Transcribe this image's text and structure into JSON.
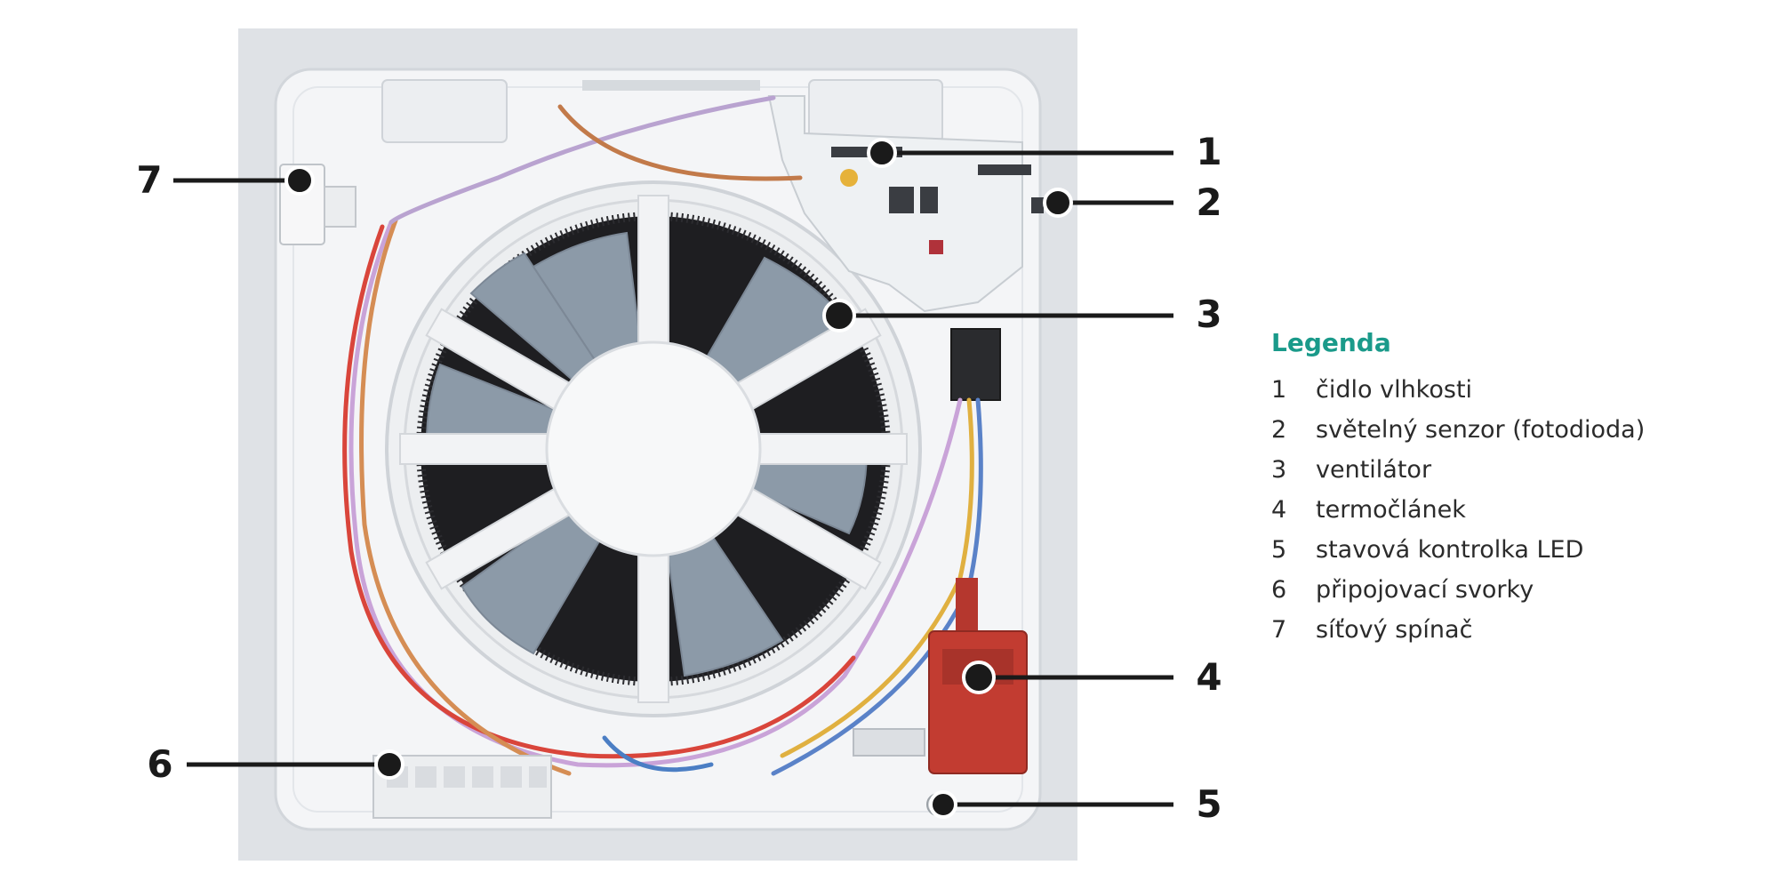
{
  "callouts": [
    {
      "number": "1",
      "label": "humidity-sensor"
    },
    {
      "number": "2",
      "label": "light-sensor"
    },
    {
      "number": "3",
      "label": "fan"
    },
    {
      "number": "4",
      "label": "thermocouple"
    },
    {
      "number": "5",
      "label": "status-led"
    },
    {
      "number": "6",
      "label": "connection-terminals"
    },
    {
      "number": "7",
      "label": "power-switch"
    }
  ],
  "legend": {
    "title": "Legenda",
    "items": [
      {
        "number": "1",
        "text": "čidlo vlhkosti"
      },
      {
        "number": "2",
        "text": "světelný senzor (fotodioda)"
      },
      {
        "number": "3",
        "text": "ventilátor"
      },
      {
        "number": "4",
        "text": "termočlánek"
      },
      {
        "number": "5",
        "text": "stavová kontrolka LED"
      },
      {
        "number": "6",
        "text": "připojovací svorky"
      },
      {
        "number": "7",
        "text": "síťový spínač"
      }
    ]
  },
  "colors": {
    "accent": "#1a9a8a",
    "callout_line": "#1a1a1a",
    "background_panel": "#dfe2e6",
    "housing": "#f4f5f7"
  }
}
